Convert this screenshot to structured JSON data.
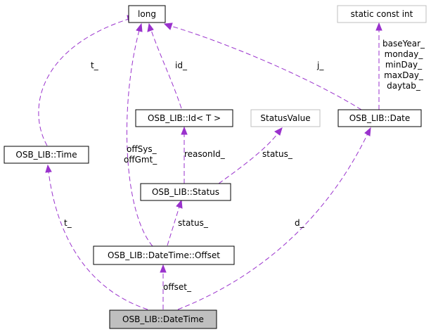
{
  "colors": {
    "edge": "#9a32cd",
    "node_border": "#000000",
    "node_border_grey": "#bfbfbf",
    "highlight_fill": "#bfbfbf",
    "background": "#ffffff"
  },
  "nodes": {
    "long": "long",
    "static_const_int": "static const int",
    "id_t": "OSB_LIB::Id< T >",
    "status_value": "StatusValue",
    "date": "OSB_LIB::Date",
    "time": "OSB_LIB::Time",
    "status": "OSB_LIB::Status",
    "offset": "OSB_LIB::DateTime::Offset",
    "datetime": "OSB_LIB::DateTime"
  },
  "edges": {
    "t_long": "t_",
    "id_long": "id_",
    "j_long": "j_",
    "date_consts": [
      "baseYear_",
      "monday_",
      "minDay_",
      "maxDay_",
      "daytab_"
    ],
    "offset_long": [
      "offSys_",
      "offGmt_"
    ],
    "reason_id": "reasonId_",
    "status_value": "status_",
    "offset_status": "status_",
    "datetime_time": "t_",
    "datetime_date": "d_",
    "datetime_offset": "offset_"
  }
}
